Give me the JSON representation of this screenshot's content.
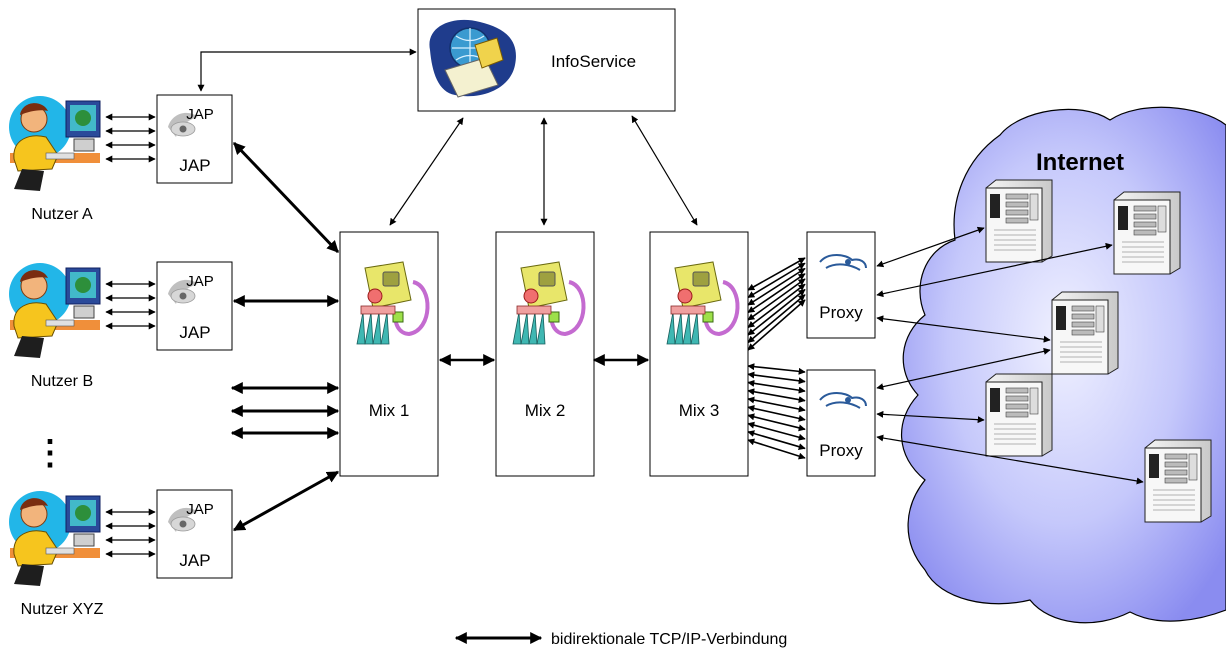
{
  "diagram": {
    "infoservice": {
      "label": "InfoService"
    },
    "internet": {
      "label": "Internet"
    },
    "users": [
      {
        "label": "Nutzer A",
        "jap_logo": "JAP",
        "jap_label": "JAP"
      },
      {
        "label": "Nutzer B",
        "jap_logo": "JAP",
        "jap_label": "JAP"
      },
      {
        "label": "Nutzer XYZ",
        "jap_logo": "JAP",
        "jap_label": "JAP"
      }
    ],
    "ellipsis": "⋮",
    "mixes": [
      {
        "label": "Mix 1"
      },
      {
        "label": "Mix 2"
      },
      {
        "label": "Mix 3"
      }
    ],
    "proxies": [
      {
        "label": "Proxy"
      },
      {
        "label": "Proxy"
      }
    ],
    "legend": {
      "label": "bidirektionale TCP/IP-Verbindung"
    },
    "colors": {
      "cloud": "#8a8cf0",
      "cloud_light": "#e6e8ff",
      "avatar_bg": "#22b6e8",
      "shirt": "#f6c51e",
      "desk": "#f08f3a",
      "mix_body": "#e8e66a",
      "mix_pink": "#c46bd0",
      "mix_cyan": "#3fb7b2"
    }
  }
}
